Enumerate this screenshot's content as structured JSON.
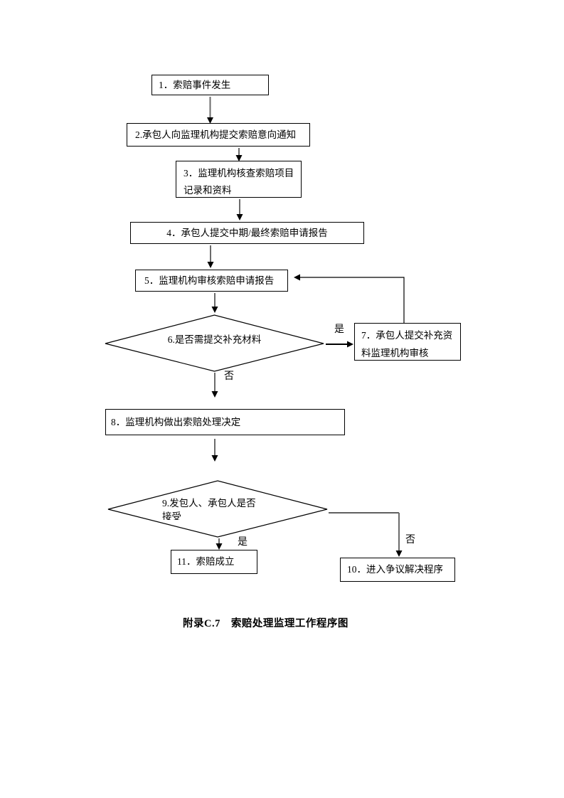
{
  "caption": "附录C.7　索赔处理监理工作程序图",
  "flowchart": {
    "nodes": [
      {
        "id": 1,
        "type": "process",
        "label": "1．索赔事件发生"
      },
      {
        "id": 2,
        "type": "process",
        "label": "2.承包人向监理机构提交索赔意向通知"
      },
      {
        "id": 3,
        "type": "process",
        "lines": [
          "3．监理机构核查索赔项目",
          "记录和资料"
        ]
      },
      {
        "id": 4,
        "type": "process",
        "label": "4．承包人提交中期/最终索赔申请报告"
      },
      {
        "id": 5,
        "type": "process",
        "label": "5．监理机构审核索赔申请报告"
      },
      {
        "id": 6,
        "type": "decision",
        "label": "6.是否需提交补充材料"
      },
      {
        "id": 7,
        "type": "process",
        "lines": [
          "7．承包人提交补充资",
          "料监理机构审核"
        ]
      },
      {
        "id": 8,
        "type": "process",
        "label": "8．监理机构做出索赔处理决定"
      },
      {
        "id": 9,
        "type": "decision",
        "lines": [
          "9.发包人、承包人是否",
          "接受"
        ]
      },
      {
        "id": 10,
        "type": "process",
        "label": "10．进入争议解决程序"
      },
      {
        "id": 11,
        "type": "process",
        "label": "11．索赔成立"
      }
    ],
    "branch_labels": {
      "d6_yes": "是",
      "d6_no": "否",
      "d9_yes": "是",
      "d9_no": "否"
    }
  },
  "colors": {
    "line": "#000000",
    "arrow_shaft": "#6b6b6b",
    "text": "#000000",
    "background": "#ffffff"
  }
}
